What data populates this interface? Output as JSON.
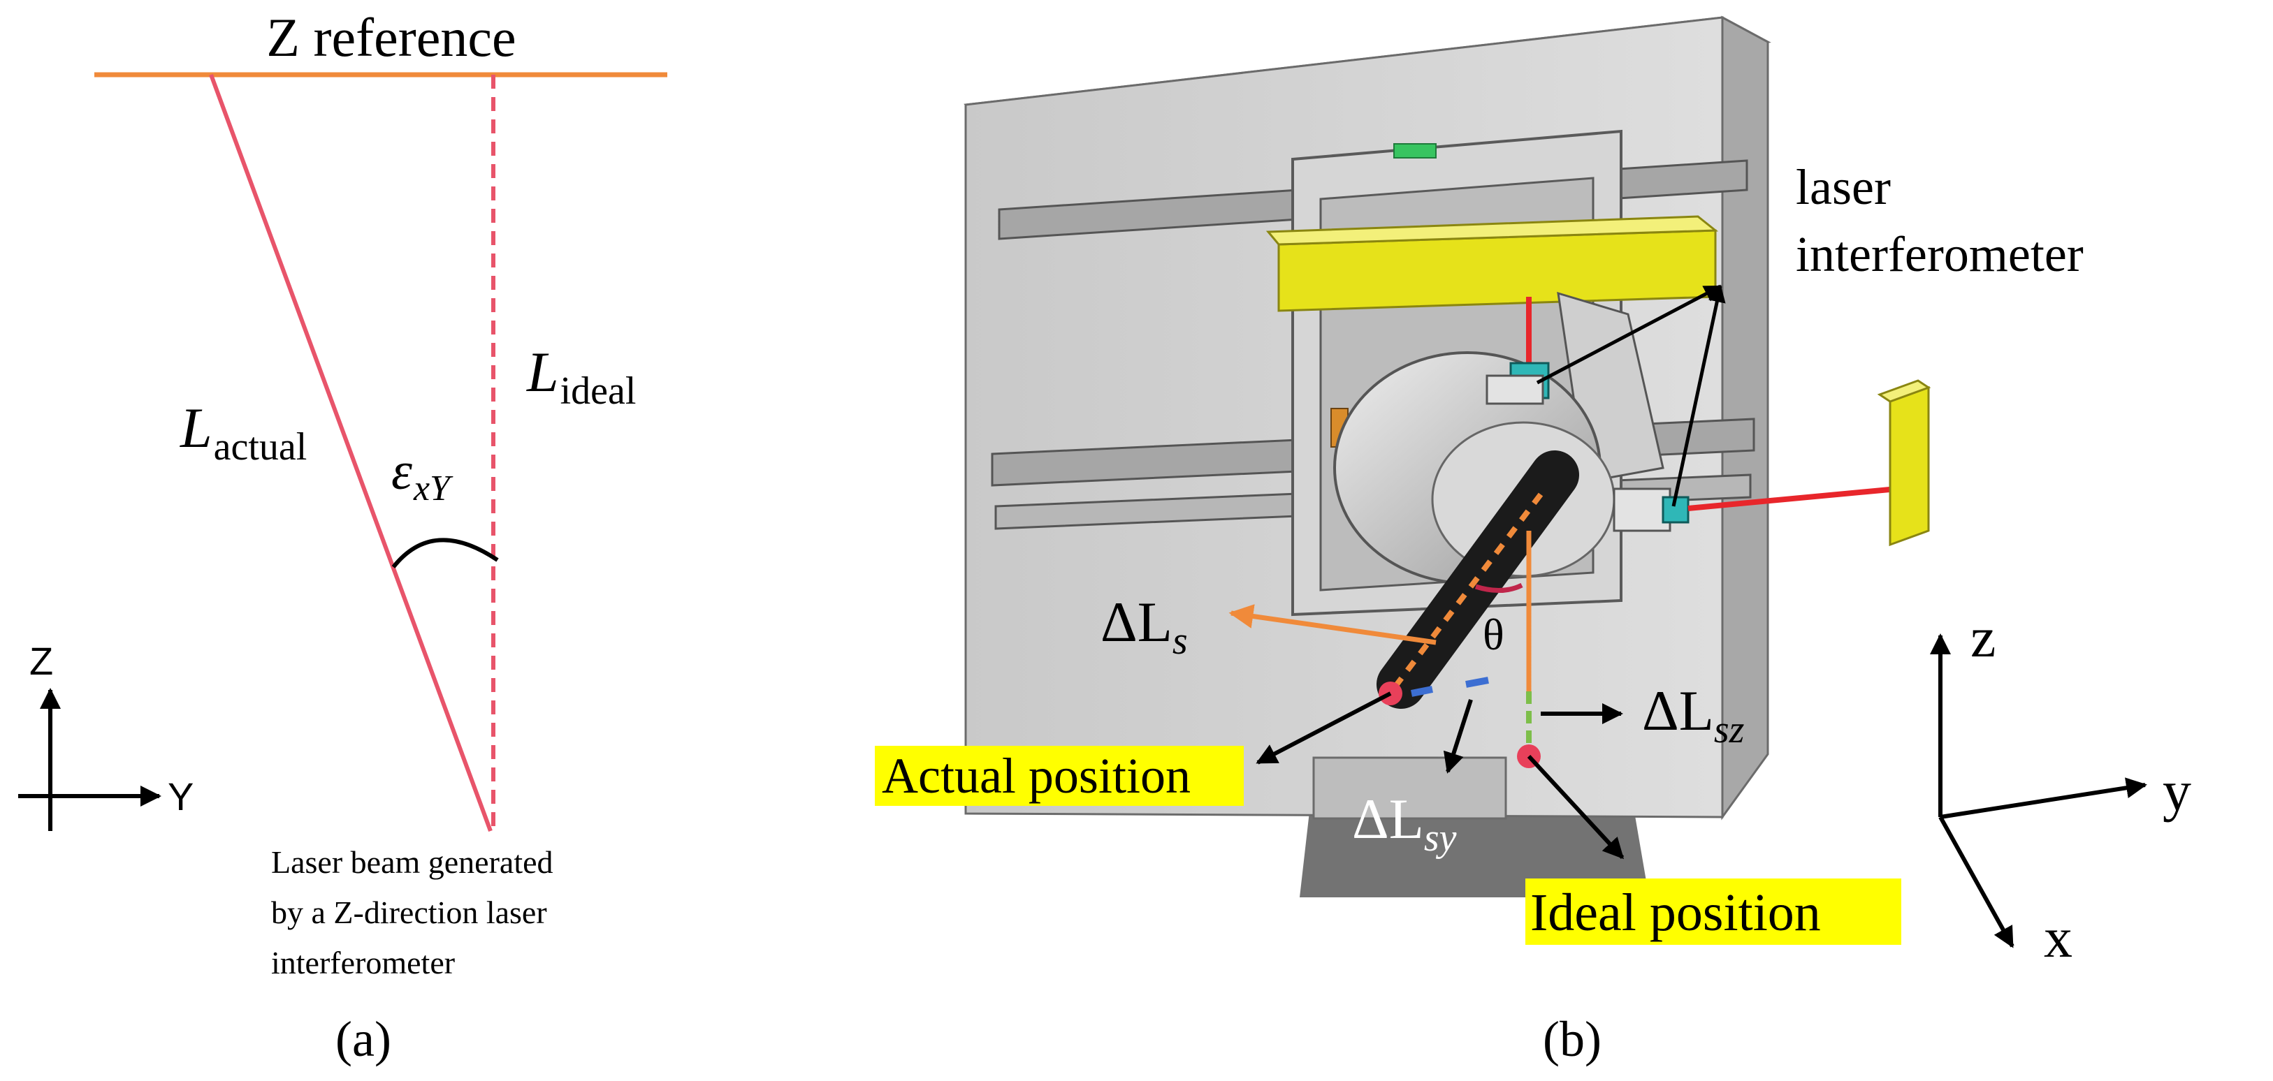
{
  "panel_a": {
    "z_reference": "Z reference",
    "l_actual_main": "L",
    "l_actual_sub": "actual",
    "l_ideal_main": "L",
    "l_ideal_sub": "ideal",
    "angle_main": "ε",
    "angle_sub": "xY",
    "axis_z": "Z",
    "axis_y": "Y",
    "caption_lines": [
      "Laser beam generated",
      "by a Z-direction laser",
      "interferometer"
    ],
    "panel_label": "(a)",
    "colors": {
      "reference_line": "#F08A3A",
      "beam": "#E8546A"
    }
  },
  "panel_b": {
    "interferometer_line1": "laser",
    "interferometer_line2": "interferometer",
    "delta_ls": "ΔL",
    "delta_ls_sub": "s",
    "theta": "θ",
    "delta_lsz": "ΔL",
    "delta_lsz_sub": "sz",
    "delta_lsy": "ΔL",
    "delta_lsy_sub": "sy",
    "actual_position": "Actual position",
    "ideal_position": "Ideal position",
    "axis_z": "z",
    "axis_y": "y",
    "axis_x": "x",
    "panel_label": "(b)",
    "colors": {
      "highlight": "#FFFF00",
      "laser": "#E8262B",
      "yellow_block": "#E6E21A",
      "orange": "#F08A3A",
      "green": "#7DBE4A",
      "blue": "#3C6ED2",
      "dot": "#E8405A"
    }
  }
}
